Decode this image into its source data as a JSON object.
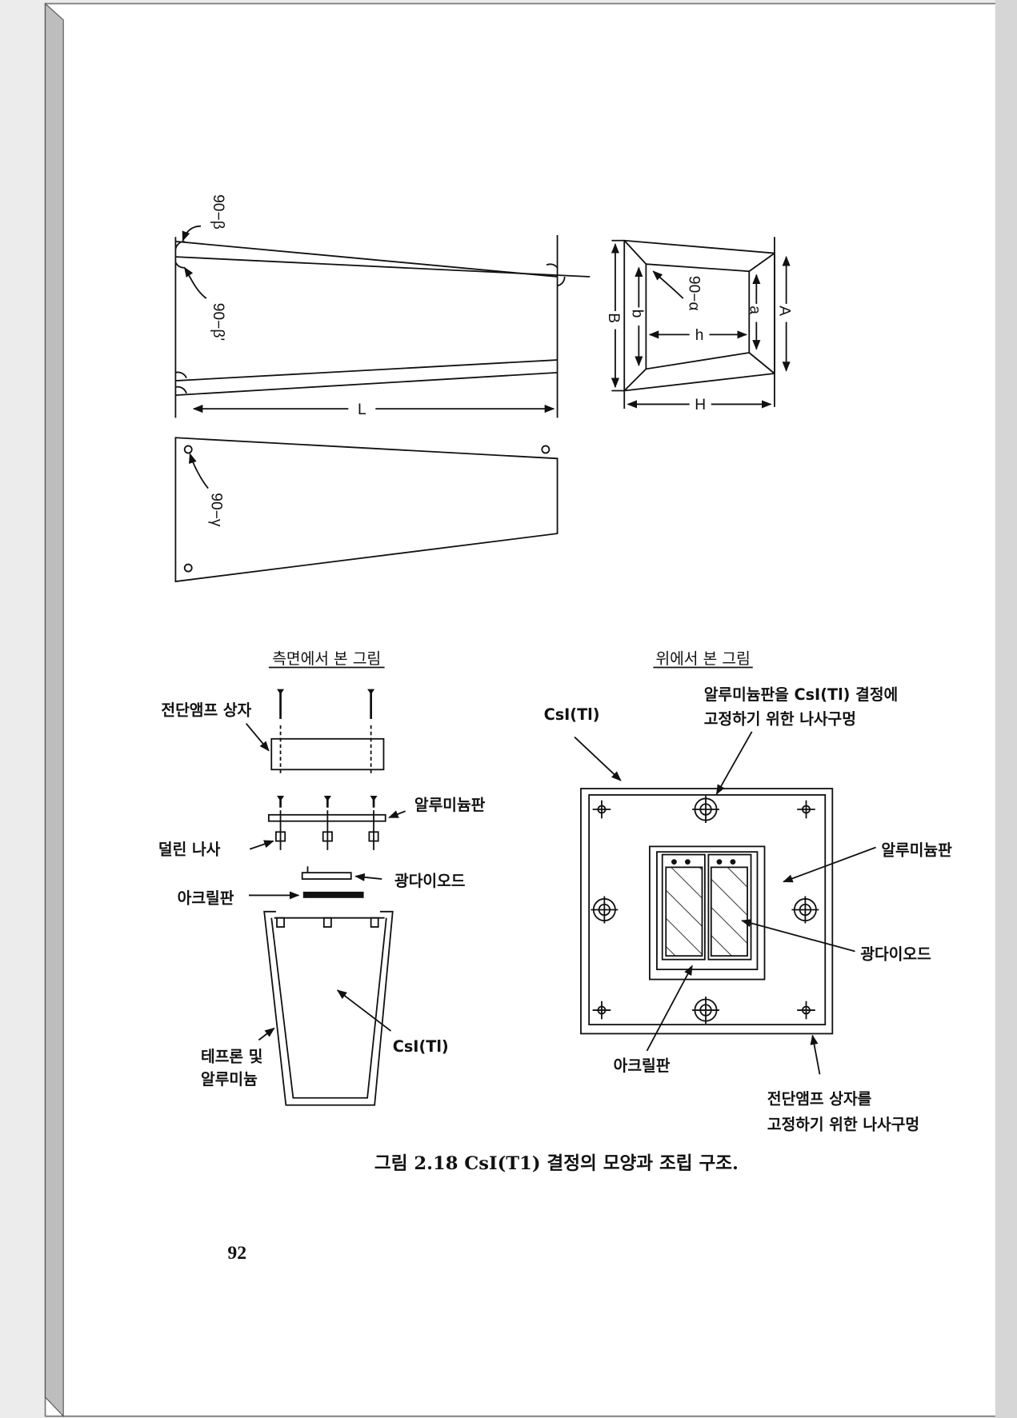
{
  "top_drawing": {
    "angle_beta": "90−β",
    "angle_beta_prime": "90−β'",
    "length_L": "L",
    "angle_alpha": "90−α",
    "dim_B": "B",
    "dim_b": "b",
    "dim_h": "h",
    "dim_a": "a",
    "dim_A": "A",
    "dim_H": "H",
    "angle_gamma": "90−γ"
  },
  "side_view": {
    "title": "측면에서 본 그림",
    "preamp_box": "전단앰프 상자",
    "aluminum_plate": "알루미늄판",
    "screw": "덜린 나사",
    "photodiode": "광다이오드",
    "acrylic_plate": "아크릴판",
    "wrap_line1": "테프론 및",
    "wrap_line2": "알루미늄",
    "crystal": "CsI(Tl)"
  },
  "top_view": {
    "title": "위에서 본 그림",
    "crystal": "CsI(Tl)",
    "plate_hole_line1": "알루미늄판을 CsI(Tl) 결정에",
    "plate_hole_line2": "고정하기 위한 나사구멍",
    "aluminum_plate": "알루미늄판",
    "photodiode": "광다이오드",
    "acrylic_plate": "아크릴판",
    "box_hole_line1": "전단앰프 상자를",
    "box_hole_line2": "고정하기 위한 나사구멍"
  },
  "caption": "그림 2.18  CsI(T1) 결정의 모양과 조립 구조.",
  "page_number": "92"
}
